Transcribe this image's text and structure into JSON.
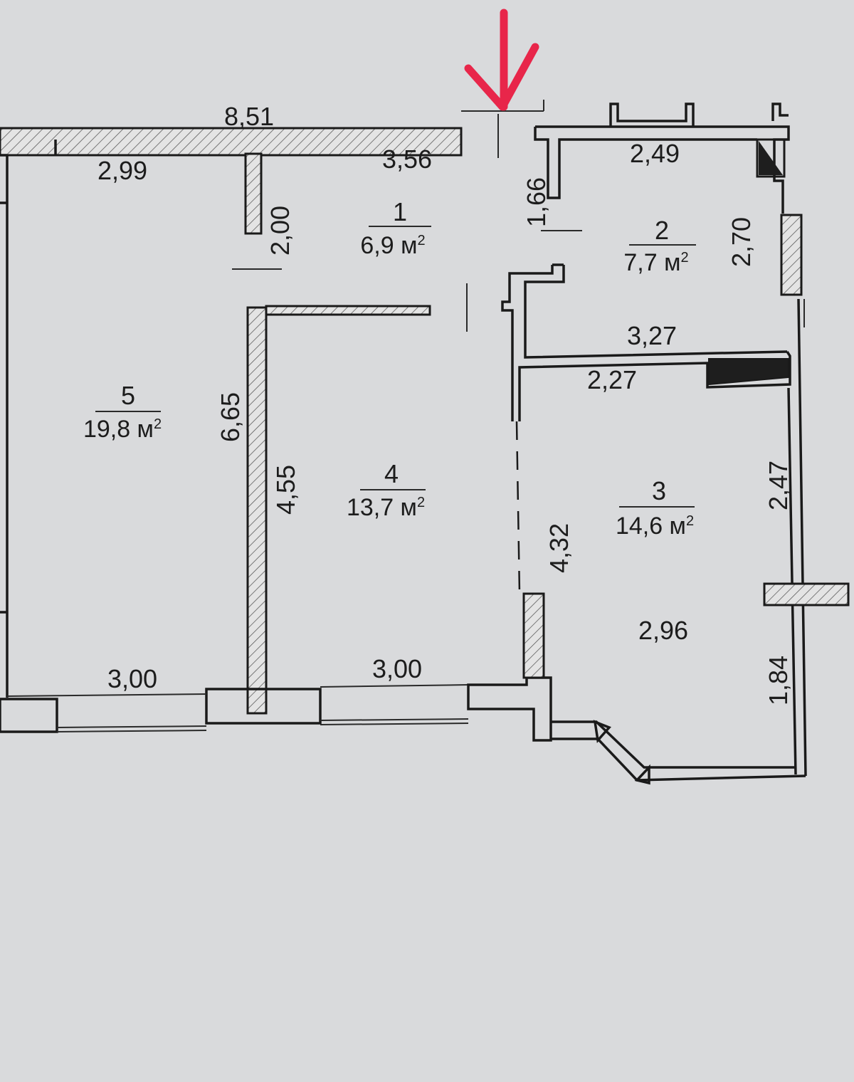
{
  "rooms": [
    {
      "number": "1",
      "area": "6,9 м",
      "sup": "2"
    },
    {
      "number": "2",
      "area": "7,7 м",
      "sup": "2"
    },
    {
      "number": "3",
      "area": "14,6 м",
      "sup": "2"
    },
    {
      "number": "4",
      "area": "13,7 м",
      "sup": "2"
    },
    {
      "number": "5",
      "area": "19,8 м",
      "sup": "2"
    }
  ],
  "dimensions": {
    "top_total": "8,51",
    "room5_top": "2,99",
    "room1_top": "3,56",
    "room1_wall": "2,00",
    "room2_top": "2,49",
    "room2_side_left": "1,66",
    "room2_side_right": "2,70",
    "room2_bottom": "3,27",
    "room3_top": "2,27",
    "room3_right_upper": "2,47",
    "room3_left": "4,32",
    "room3_bottom": "2,96",
    "room3_right_lower": "1,84",
    "room5_side": "6,65",
    "room4_side": "4,55",
    "room5_bottom": "3,00",
    "room4_bottom": "3,00"
  },
  "colors": {
    "paper": "#d9dadc",
    "ink": "#1a1a1a",
    "arrow": "#e8264a"
  },
  "marker": {
    "icon": "red-arrow-icon"
  }
}
